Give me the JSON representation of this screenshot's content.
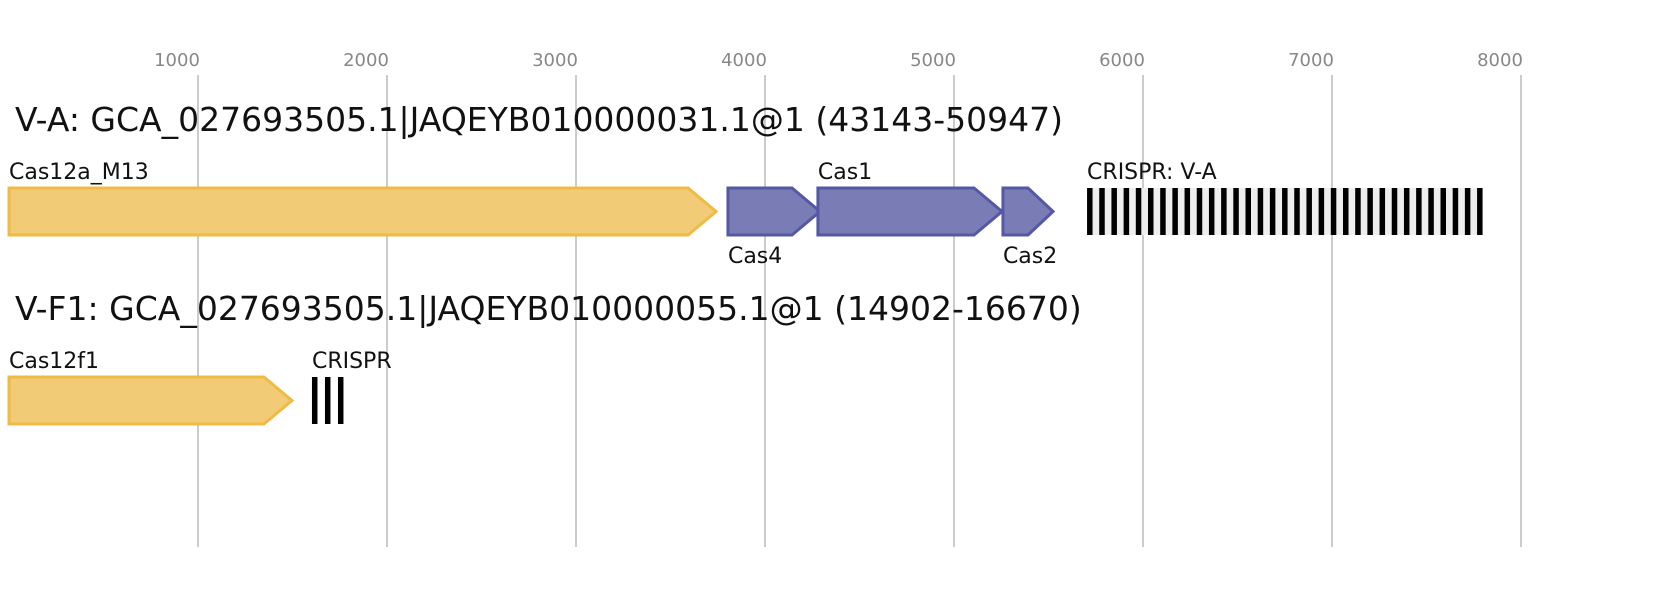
{
  "axis": {
    "ticks": [
      1000,
      2000,
      3000,
      4000,
      5000,
      6000,
      7000,
      8000
    ],
    "range": [
      0,
      8000
    ]
  },
  "loci": [
    {
      "title": "V-A: GCA_027693505.1|JAQEYB010000031.1@1 (43143-50947)",
      "genes": [
        {
          "name": "Cas12a_M13",
          "start": 0,
          "end": 3741,
          "color": "#f1cb75",
          "stroke": "#efbb45",
          "label_pos": "above"
        },
        {
          "name": "Cas4",
          "start": 3804,
          "end": 4291,
          "color": "#7a7cb5",
          "stroke": "#5558a3",
          "label_pos": "below"
        },
        {
          "name": "Cas1",
          "start": 4280,
          "end": 5254,
          "color": "#7a7cb5",
          "stroke": "#5558a3",
          "label_pos": "above"
        },
        {
          "name": "Cas2",
          "start": 5259,
          "end": 5524,
          "color": "#7a7cb5",
          "stroke": "#5558a3",
          "label_pos": "below"
        }
      ],
      "crispr": {
        "name": "CRISPR: V-A",
        "start": 5704,
        "end": 7794,
        "repeats": 33
      }
    },
    {
      "title": "V-F1: GCA_027693505.1|JAQEYB010000055.1@1 (14902-16670)",
      "genes": [
        {
          "name": "Cas12f1",
          "start": 0,
          "end": 1497,
          "color": "#f1cb75",
          "stroke": "#efbb45",
          "label_pos": "above"
        }
      ],
      "crispr": {
        "name": "CRISPR",
        "start": 1603,
        "end": 1767,
        "repeats": 3
      }
    }
  ]
}
